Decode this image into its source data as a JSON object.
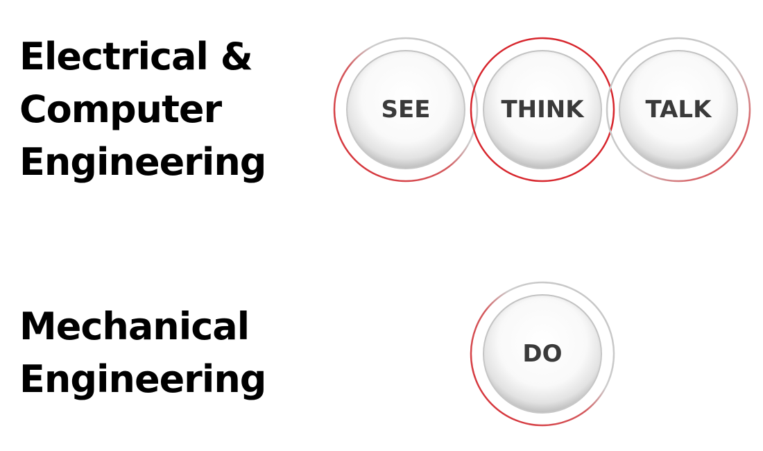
{
  "sections": [
    {
      "title_lines": [
        "Electrical &",
        "Computer",
        "Engineering"
      ],
      "circles": [
        "SEE",
        "THINK",
        "TALK"
      ]
    },
    {
      "title_lines": [
        "Mechanical",
        "Engineering"
      ],
      "circles": [
        "DO"
      ]
    }
  ],
  "colors": {
    "accent_red": "#d7262d",
    "ring_gray": "#c8c8c8",
    "label_text": "#3a3a3a",
    "heading_text": "#000000"
  }
}
